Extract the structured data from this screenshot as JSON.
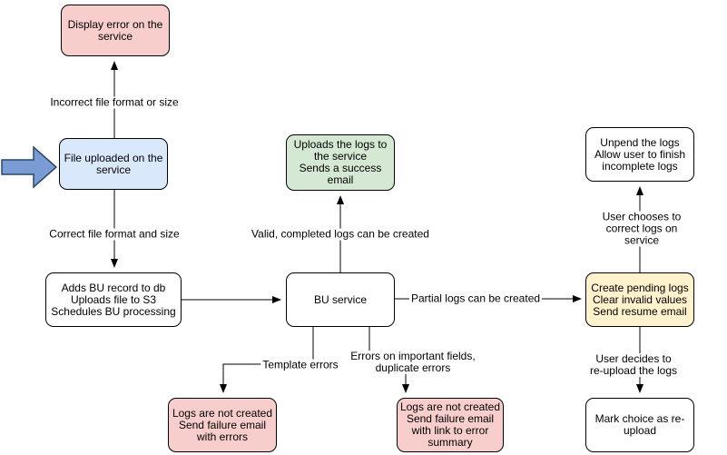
{
  "diagram": {
    "nodes": {
      "display_error": {
        "lines": [
          "Display error on the",
          "service"
        ],
        "fill": "#f8cecc"
      },
      "file_uploaded": {
        "lines": [
          "File uploaded on the",
          "service"
        ],
        "fill": "#dae8fc"
      },
      "adds_bu_record": {
        "lines": [
          "Adds BU record to db",
          "Uploads file to S3",
          "Schedules BU processing"
        ],
        "fill": "#ffffff"
      },
      "uploads_logs": {
        "lines": [
          "Uploads the logs to",
          "the service",
          "Sends a success",
          "email"
        ],
        "fill": "#d5e8d4"
      },
      "bu_service": {
        "lines": [
          "BU service"
        ],
        "fill": "#ffffff"
      },
      "create_pending": {
        "lines": [
          "Create pending logs",
          "Clear invalid values",
          "Send resume email"
        ],
        "fill": "#fff2cc"
      },
      "unpend_logs": {
        "lines": [
          "Unpend the logs",
          "Allow user to finish",
          "incomplete logs"
        ],
        "fill": "#ffffff"
      },
      "mark_reupload": {
        "lines": [
          "Mark choice as re-",
          "upload"
        ],
        "fill": "#ffffff"
      },
      "logs_not_created_errors": {
        "lines": [
          "Logs are not created",
          "Send failure email",
          "with errors"
        ],
        "fill": "#f8cecc"
      },
      "logs_not_created_summary": {
        "lines": [
          "Logs are not created",
          "Send failure email",
          "with link to error",
          "summary"
        ],
        "fill": "#f8cecc"
      }
    },
    "edge_labels": {
      "incorrect_file": "Incorrect file format or size",
      "correct_file": "Correct file format and size",
      "valid_logs": "Valid, completed logs can be created",
      "partial_logs": "Partial logs can be created",
      "template_errors": "Template errors",
      "important_field_errors": [
        "Errors on important fields,",
        "duplicate errors"
      ],
      "user_corrects": "User chooses to correct logs on service",
      "user_reuploads": "User decides to re-upload the logs"
    },
    "icons": {
      "entry_arrow": "right-arrow"
    },
    "colors": {
      "pink": "#f8cecc",
      "blue": "#dae8fc",
      "green": "#d5e8d4",
      "yellow": "#fff2cc",
      "white": "#ffffff",
      "stroke": "#000000",
      "entry_arrow_fill": "#7a9cd4",
      "entry_arrow_stroke": "#2a4668"
    }
  }
}
